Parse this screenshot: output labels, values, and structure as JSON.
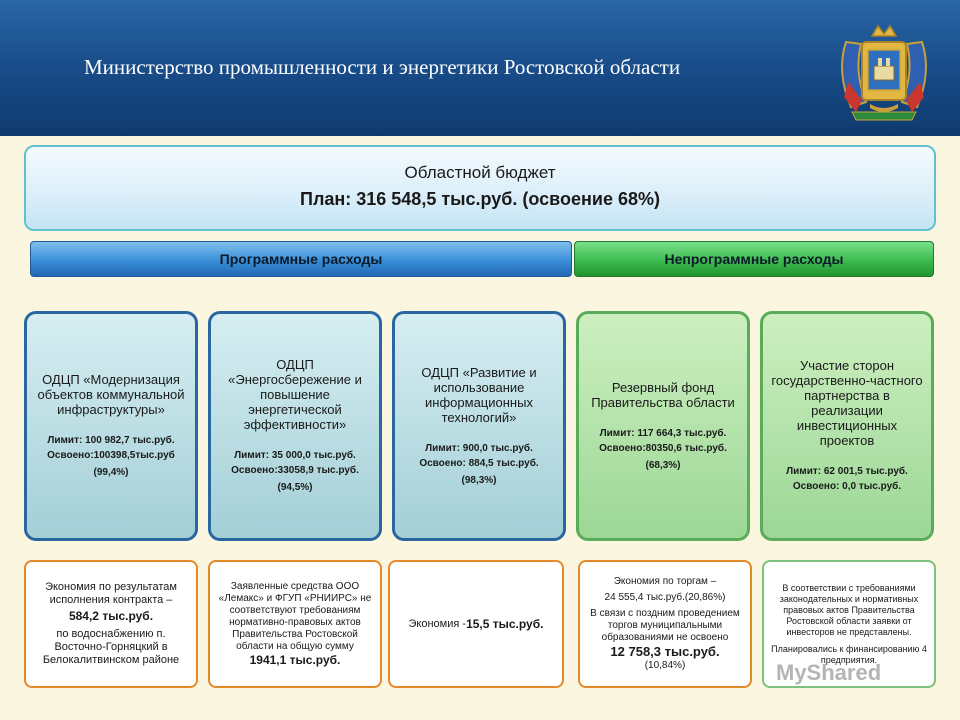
{
  "header": {
    "title": "Министерство промышленности и энергетики Ростовской области"
  },
  "budget": {
    "title": "Областной бюджет",
    "plan": "План: 316 548,5 тыс.руб. (освоение 68%)"
  },
  "categories": {
    "program": "Программные расходы",
    "nonprogram": "Непрограммные расходы"
  },
  "cards": [
    {
      "name": "ОДЦП «Модернизация объектов коммунальной инфраструктуры»",
      "limit": "Лимит: 100 982,7 тыс.руб.",
      "spent": "Освоено:100398,5тыс.руб",
      "pct": "(99,4%)"
    },
    {
      "name": "ОДЦП «Энергосбережение и повышение энергетической эффективности»",
      "limit": "Лимит: 35 000,0 тыс.руб.",
      "spent": "Освоено:33058,9 тыс.руб.",
      "pct": "(94,5%)"
    },
    {
      "name": "ОДЦП «Развитие и использование информационных технологий»",
      "limit": "Лимит: 900,0 тыс.руб.",
      "spent": "Освоено: 884,5 тыс.руб.",
      "pct": "(98,3%)"
    },
    {
      "name": "Резервный фонд Правительства области",
      "limit": "Лимит: 117 664,3 тыс.руб.",
      "spent": "Освоено:80350,6 тыс.руб.",
      "pct": "(68,3%)"
    },
    {
      "name": "Участие сторон государственно-частного партнерства в реализации инвестиционных проектов",
      "limit": "Лимит: 62 001,5 тыс.руб.",
      "spent": "Освоено: 0,0 тыс.руб.",
      "pct": ""
    }
  ],
  "notes": {
    "n1": {
      "a": "Экономия по результатам исполнения контракта –",
      "b": "584,2 тыс.руб.",
      "c": "по водоснабжению п. Восточно-Горняцкий в Белокалитвинском районе"
    },
    "n2": {
      "a": "Заявленные средства ООО «Лемакс» и ФГУП «РНИИРС» не соответствуют требованиям нормативно-правовых актов Правительства Ростовской области на общую сумму",
      "b": "1941,1 тыс.руб."
    },
    "n3": {
      "a": "Экономия -",
      "b": "15,5 тыс.руб."
    },
    "n4": {
      "a": "Экономия по торгам –",
      "b": "24 555,4 тыс.руб.(20,86%)",
      "c": "В связи с поздним проведением торгов муниципальными образованиями не освоено",
      "d": "12 758,3 тыс.руб.",
      "e": "(10,84%)"
    },
    "n5": {
      "a": "В соответствии с требованиями законодательных и нормативных правовых актов Правительства Ростовской области заявки от инвесторов не представлены.",
      "b": "Планировались к финансированию 4 предприятия."
    }
  },
  "watermark": "MyShared"
}
